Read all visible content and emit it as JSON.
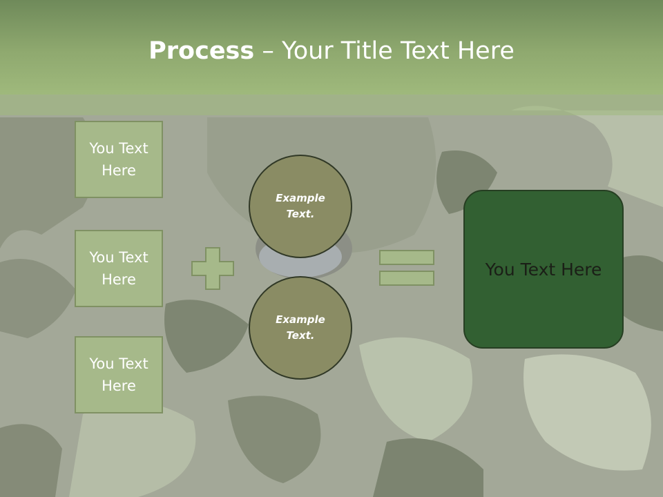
{
  "slide": {
    "title_bold": "Process",
    "title_rest": " – Your Title Text Here"
  },
  "left_boxes": [
    {
      "label": "You Text Here"
    },
    {
      "label": "You Text Here"
    },
    {
      "label": "You Text Here"
    }
  ],
  "circles": [
    {
      "label": "Example Text."
    },
    {
      "label": "Example Text."
    }
  ],
  "result": {
    "label": "You Text Here"
  },
  "operators": {
    "plus": "plus-icon",
    "equals": "equals-icon"
  },
  "colors": {
    "header": "#9fb97c",
    "box_fill": "#a6b98a",
    "circle_fill": "#8a8c64",
    "result_fill": "#326032"
  }
}
